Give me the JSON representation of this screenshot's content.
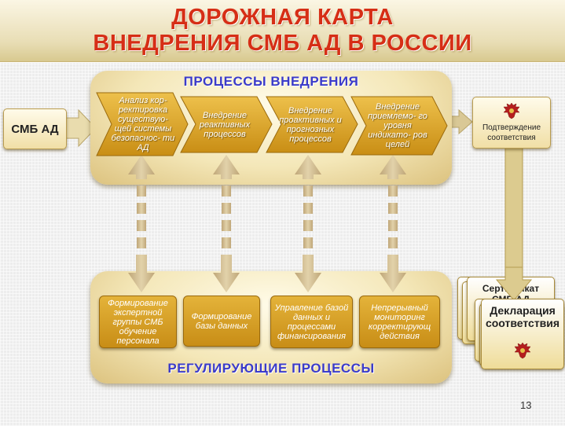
{
  "title": {
    "line1": "ДОРОЖНАЯ КАРТА",
    "line2": "ВНЕДРЕНИЯ СМБ АД В РОССИИ"
  },
  "input": {
    "label": "СМБ АД"
  },
  "implementation": {
    "label": "ПРОЦЕССЫ ВНЕДРЕНИЯ",
    "steps": [
      "Анализ кор- ректировка существую- щей системы безопаснос- ти АД",
      "Внедрение реактивных процессов",
      "Внедрение проактивных и прогнозных процессов",
      "Внедрение приемлемо- го уровня индикато- ров целей"
    ]
  },
  "confirmation": {
    "label": "Подтверждение соответствия"
  },
  "regulating": {
    "label": "РЕГУЛИРУЮЩИЕ  ПРОЦЕССЫ",
    "items": [
      "Формирование экспертной группы СМБ обучение персонала",
      "Формирование базы данных",
      "Управление базой данных и процессами финансирования",
      "Непрерывный мониторинг корректирующ действия"
    ]
  },
  "documents": {
    "certificate": "Сертификат СМБ АД",
    "declaration": "Декларация соответствия"
  },
  "page_number": "13",
  "colors": {
    "title_red": "#d62e16",
    "label_blue": "#3b3bc9",
    "gold": "#d6a12a",
    "arrow_tan": "#cdb98a"
  },
  "icons": {
    "emblem": "double-headed-eagle-icon",
    "arrows": "double-headed-dashed-arrow-icon"
  }
}
